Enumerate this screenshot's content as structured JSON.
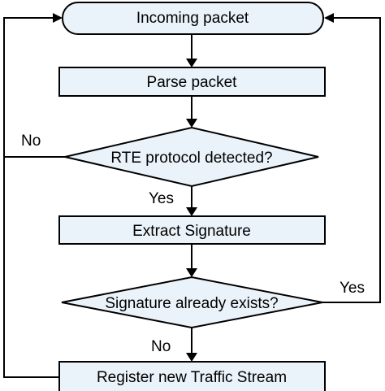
{
  "nodes": {
    "incoming_packet": "Incoming packet",
    "parse_packet": "Parse packet",
    "rte_detected": "RTE protocol detected?",
    "extract_signature": "Extract Signature",
    "signature_exists": "Signature already exists?",
    "register_stream": "Register new Traffic Stream"
  },
  "edge_labels": {
    "rte_no": "No",
    "rte_yes": "Yes",
    "sig_yes": "Yes",
    "sig_no": "No"
  },
  "colors": {
    "node_fill": "#eaf3fa",
    "line": "#000000"
  }
}
